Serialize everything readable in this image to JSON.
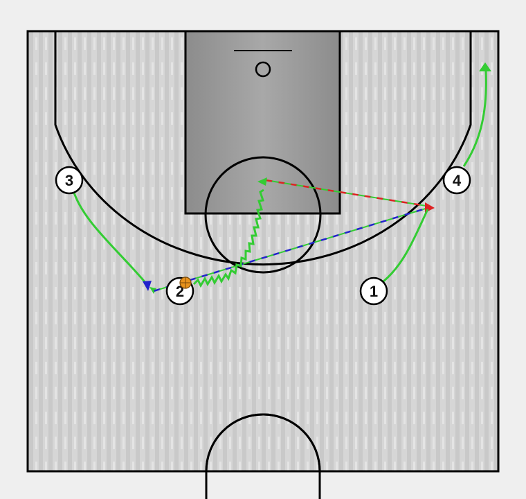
{
  "players": [
    {
      "id": "p1",
      "label": "1"
    },
    {
      "id": "p2",
      "label": "2"
    },
    {
      "id": "p3",
      "label": "3"
    },
    {
      "id": "p4",
      "label": "4"
    }
  ],
  "colors": {
    "court_background": "#d2d2d2",
    "paint": "#9e9e9e",
    "lines": "#000000",
    "cut_path": "#33cc33",
    "dribble_path": "#33cc33",
    "pass_blue": "#2222cc",
    "pass_red": "#dd2222",
    "ball": "#e8921c",
    "player_fill": "#ffffff"
  },
  "icons": {
    "ball": "basketball-icon",
    "arrow": "arrowhead-icon"
  }
}
